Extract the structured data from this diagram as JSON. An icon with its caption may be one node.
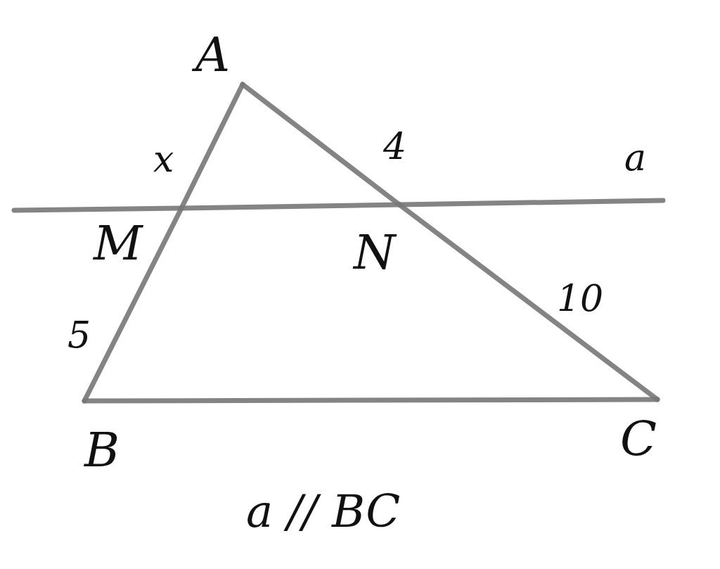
{
  "diagram": {
    "nodes": [
      {
        "text": [
          "A"
        ]
      },
      {
        "text": [
          "M"
        ]
      },
      {
        "text": [
          "N"
        ]
      },
      {
        "text": [
          "B"
        ]
      },
      {
        "text": [
          "C"
        ]
      }
    ],
    "edges": [
      {
        "from": 0,
        "to": 1,
        "arrow": "none"
      },
      {
        "from": 1,
        "to": 3,
        "arrow": "none"
      },
      {
        "from": 0,
        "to": 2,
        "arrow": "none"
      },
      {
        "from": 2,
        "to": 4,
        "arrow": "none"
      },
      {
        "from": 3,
        "to": 4,
        "arrow": "none"
      },
      {
        "from": null,
        "to": 1,
        "arrow": "none"
      },
      {
        "from": 1,
        "to": 2,
        "arrow": "none"
      },
      {
        "from": 2,
        "to": null,
        "arrow": "none"
      }
    ],
    "labels": [
      "x",
      "4",
      "a",
      "10",
      "5",
      "a // BC"
    ]
  }
}
